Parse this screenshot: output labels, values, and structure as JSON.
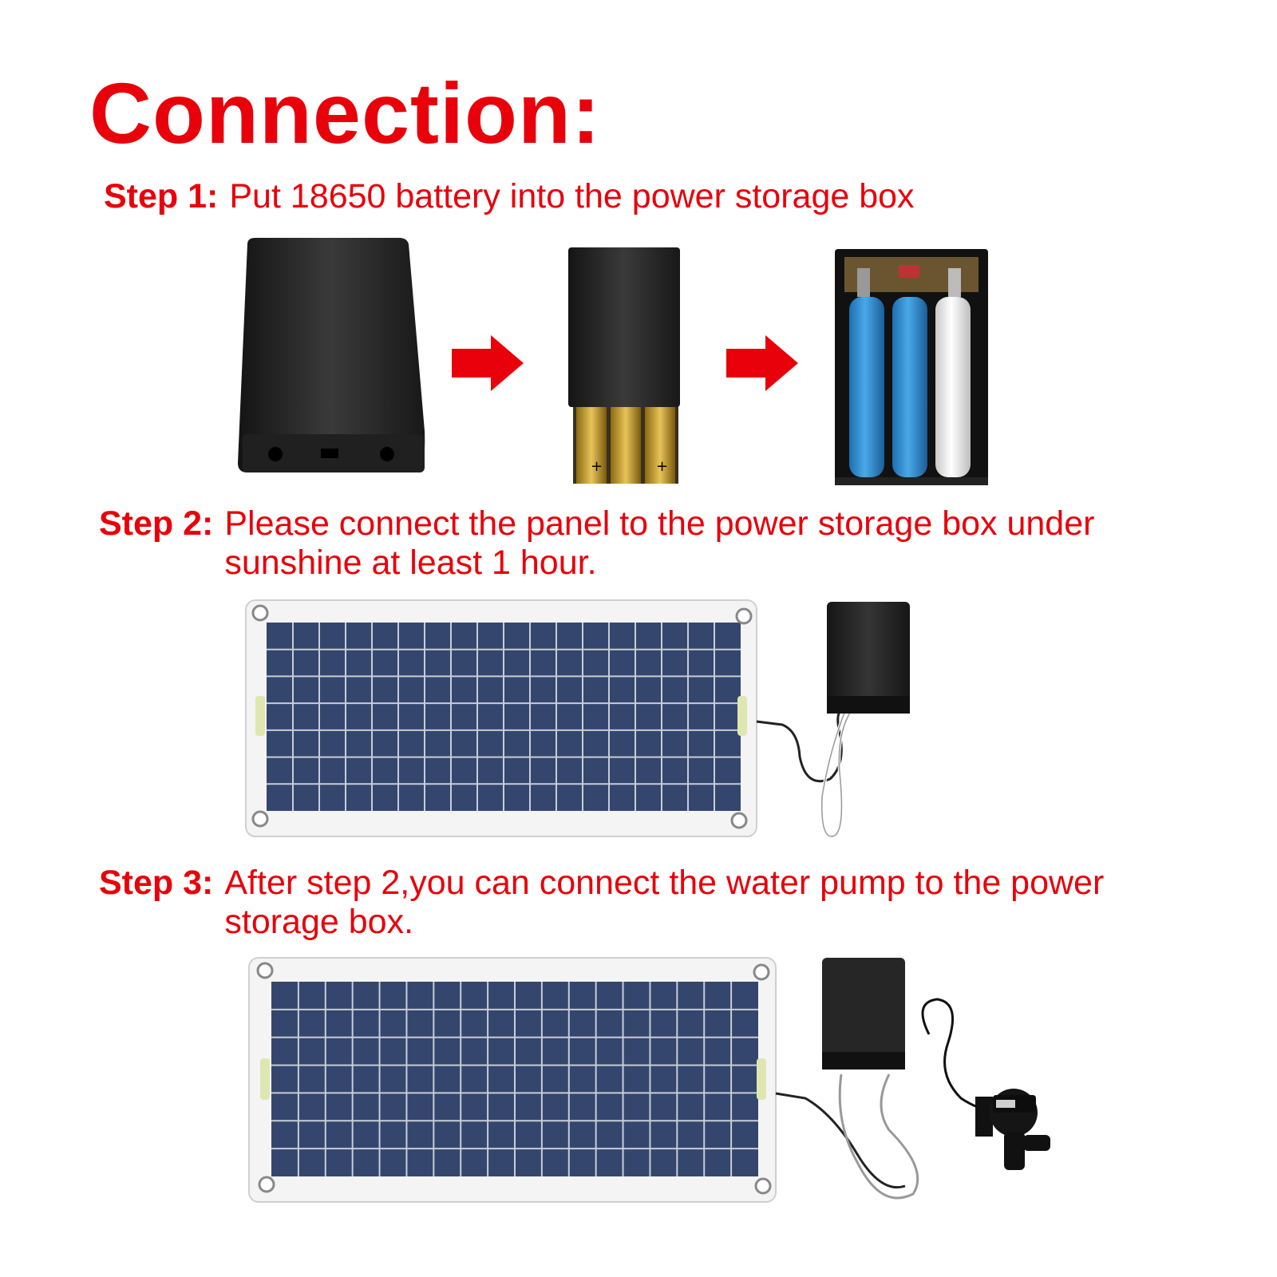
{
  "title": "Connection:",
  "steps": [
    {
      "label": "Step 1:",
      "lines": [
        "Put 18650 battery into the power storage box"
      ]
    },
    {
      "label": "Step 2:",
      "lines": [
        "Please connect the panel to the power storage box under",
        "sunshine at least 1 hour."
      ]
    },
    {
      "label": "Step 3:",
      "lines": [
        "After step 2,you can connect the water pump to the power",
        "storage box."
      ]
    }
  ],
  "colors": {
    "accent": "#e8000b",
    "panel_cell": "#34466e",
    "box": "#1e1e1e",
    "battery_blue": "#2f8fd0"
  }
}
